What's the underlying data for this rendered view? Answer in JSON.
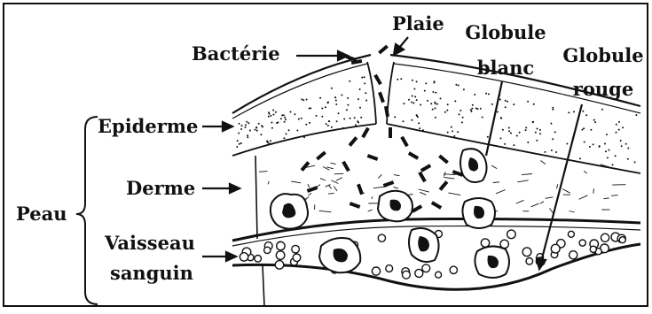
{
  "labels": {
    "bacterie": "Bactérie",
    "plaie": "Plaie",
    "globule_blanc_1": "Globule",
    "globule_blanc_2": "blanc",
    "globule_rouge_1": "Globule",
    "globule_rouge_2": "rouge",
    "epiderme": "Epiderme",
    "derme": "Derme",
    "peau": "Peau",
    "vaisseau_1": "Vaisseau",
    "vaisseau_2": "sanguin"
  },
  "colors": {
    "ink": "#111111",
    "background": "#ffffff"
  }
}
